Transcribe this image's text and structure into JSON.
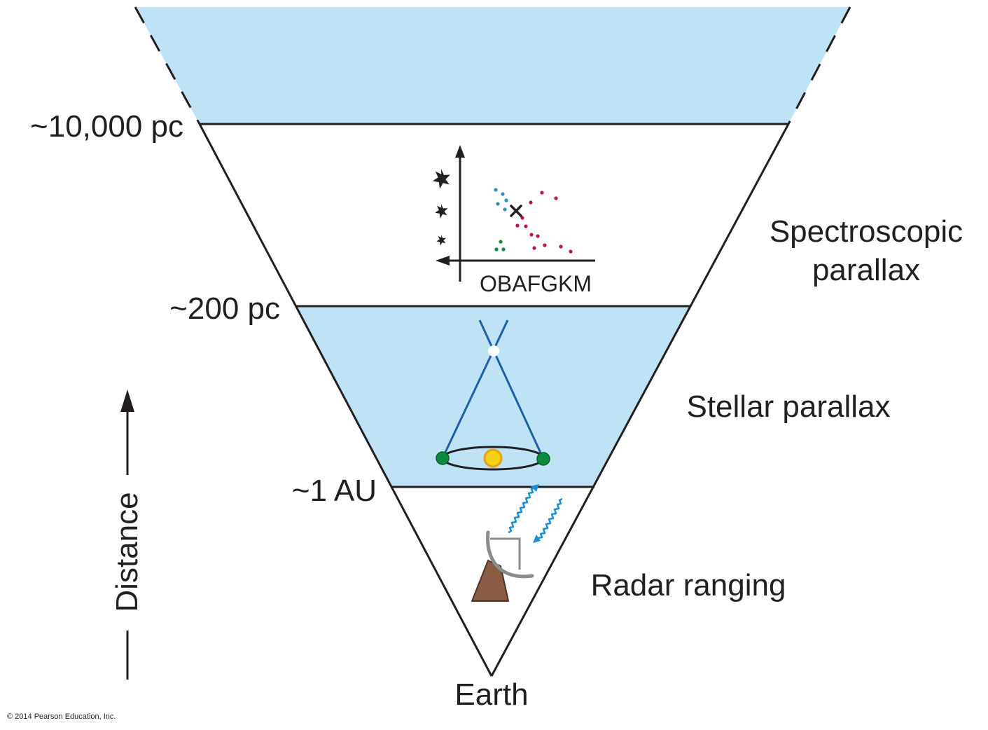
{
  "distance_labels": {
    "d1": "~10,000 pc",
    "d2": "~200 pc",
    "d3": "~1 AU",
    "origin": "Earth"
  },
  "methods": {
    "spectroscopic_line1": "Spectroscopic",
    "spectroscopic_line2": "parallax",
    "stellar": "Stellar parallax",
    "radar": "Radar ranging"
  },
  "axis": {
    "label": "Distance"
  },
  "hr_diagram": {
    "spectral_classes": "OBAFGKM"
  },
  "colors": {
    "band_fill": "#bde3f5",
    "line": "#231f20",
    "parallax_line": "#1f5fa8",
    "planet": "#0a8a3c",
    "sun": "#f7d117",
    "dish": "#8a8c8e",
    "mount": "#8a5c44",
    "wave": "#1a8fd1",
    "dot_blue": "#2d8fcc",
    "dot_red": "#c0134b",
    "dot_green": "#0a8a3c"
  },
  "copyright": "© 2014 Pearson Education, Inc."
}
